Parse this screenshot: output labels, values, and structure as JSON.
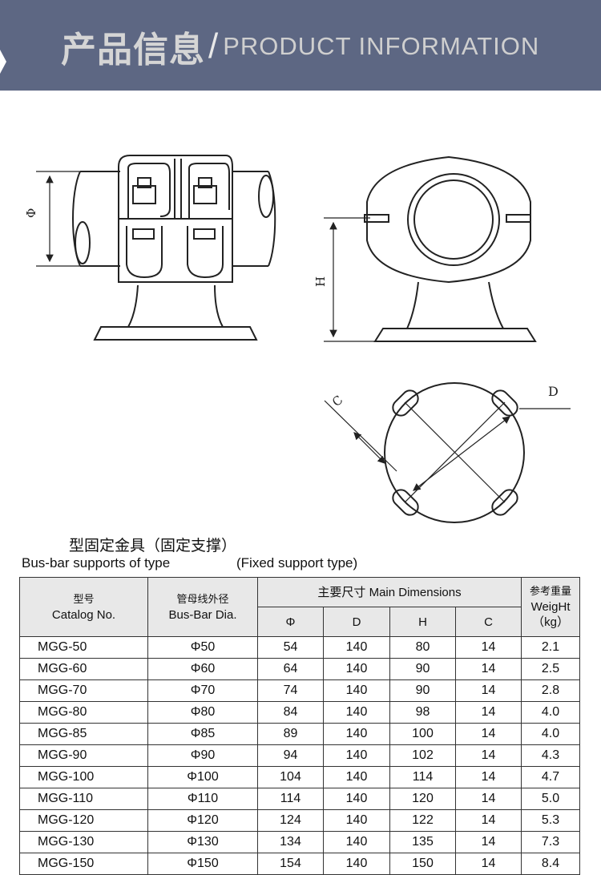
{
  "header": {
    "title_cn": "产品信息",
    "separator": "/",
    "title_en": "PRODUCT INFORMATION"
  },
  "drawing_labels": {
    "phi": "Φ",
    "h": "H",
    "c": "C",
    "d": "D"
  },
  "captions": {
    "cn": "型固定金具（固定支撑）",
    "en": "Bus-bar supports of type",
    "type": "(Fixed support type)"
  },
  "table": {
    "headers": {
      "model_cn": "型号",
      "model_en": "Catalog No.",
      "dia_cn": "管母线外径",
      "dia_en": "Bus-Bar Dia.",
      "dims": "主要尺寸 Main Dimensions",
      "phi": "Φ",
      "d": "D",
      "h": "H",
      "c": "C",
      "weight_cn": "参考重量",
      "weight_en": "WeigHt",
      "weight_unit": "（kg）"
    },
    "rows": [
      {
        "model": "MGG-50",
        "dia": "Φ50",
        "phi": "54",
        "d": "140",
        "h": "80",
        "c": "14",
        "w": "2.1"
      },
      {
        "model": "MGG-60",
        "dia": "Φ60",
        "phi": "64",
        "d": "140",
        "h": "90",
        "c": "14",
        "w": "2.5"
      },
      {
        "model": "MGG-70",
        "dia": "Φ70",
        "phi": "74",
        "d": "140",
        "h": "90",
        "c": "14",
        "w": "2.8"
      },
      {
        "model": "MGG-80",
        "dia": "Φ80",
        "phi": "84",
        "d": "140",
        "h": "98",
        "c": "14",
        "w": "4.0"
      },
      {
        "model": "MGG-85",
        "dia": "Φ85",
        "phi": "89",
        "d": "140",
        "h": "100",
        "c": "14",
        "w": "4.0"
      },
      {
        "model": "MGG-90",
        "dia": "Φ90",
        "phi": "94",
        "d": "140",
        "h": "102",
        "c": "14",
        "w": "4.3"
      },
      {
        "model": "MGG-100",
        "dia": "Φ100",
        "phi": "104",
        "d": "140",
        "h": "114",
        "c": "14",
        "w": "4.7"
      },
      {
        "model": "MGG-110",
        "dia": "Φ110",
        "phi": "114",
        "d": "140",
        "h": "120",
        "c": "14",
        "w": "5.0"
      },
      {
        "model": "MGG-120",
        "dia": "Φ120",
        "phi": "124",
        "d": "140",
        "h": "122",
        "c": "14",
        "w": "5.3"
      },
      {
        "model": "MGG-130",
        "dia": "Φ130",
        "phi": "134",
        "d": "140",
        "h": "135",
        "c": "14",
        "w": "7.3"
      },
      {
        "model": "MGG-150",
        "dia": "Φ150",
        "phi": "154",
        "d": "140",
        "h": "150",
        "c": "14",
        "w": "8.4"
      }
    ]
  }
}
